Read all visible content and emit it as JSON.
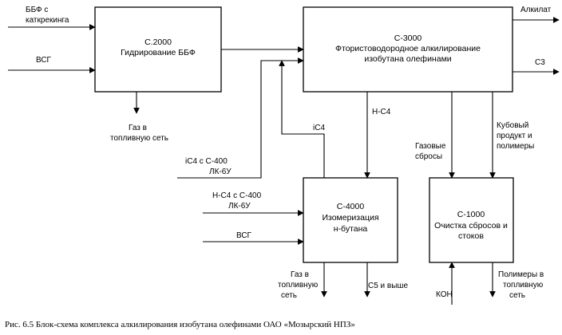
{
  "blocks": {
    "c2000": {
      "line1": "С.2000",
      "line2": "Гидрирование ББФ"
    },
    "c3000": {
      "line1": "С-3000",
      "line2": "Фтористоводородное алкилирование",
      "line3": "изобутана олефинами"
    },
    "c4000": {
      "line1": "С-4000",
      "line2": "Изомеризация",
      "line3": "н-бутана"
    },
    "c1000": {
      "line1": "С-1000",
      "line2": "Очистка сбросов и",
      "line3": "стоков"
    }
  },
  "flows": {
    "bbf_in": [
      "ББФ с",
      "каткрекинга"
    ],
    "vsg_top": "ВСГ",
    "alkilat": "Алкилат",
    "c3": "С3",
    "fuel_gas_2000": [
      "Газ в",
      "топливную сеть"
    ],
    "n_c4": "Н-С4",
    "ic4": "iC4",
    "ic4_in": [
      "iC4 с С-400",
      "ЛК-6У"
    ],
    "gas_vents": [
      "Газовые",
      "сбросы"
    ],
    "bottoms": [
      "Кубовый",
      "продукт и",
      "полимеры"
    ],
    "nc4_in": [
      "Н-С4 с С-400",
      "ЛК-6У"
    ],
    "vsg_bottom": "ВСГ",
    "fuel_gas_4000": [
      "Газ в",
      "топливную",
      "сеть"
    ],
    "c5_plus": "С5 и выше",
    "koh": "КОН",
    "polymers_fuel": [
      "Полимеры в",
      "топливную",
      "сеть"
    ]
  },
  "caption": "Рис. 6.5 Блок-схема комплекса алкилирования изобутана олефинами ОАО «Мозырский НПЗ»"
}
